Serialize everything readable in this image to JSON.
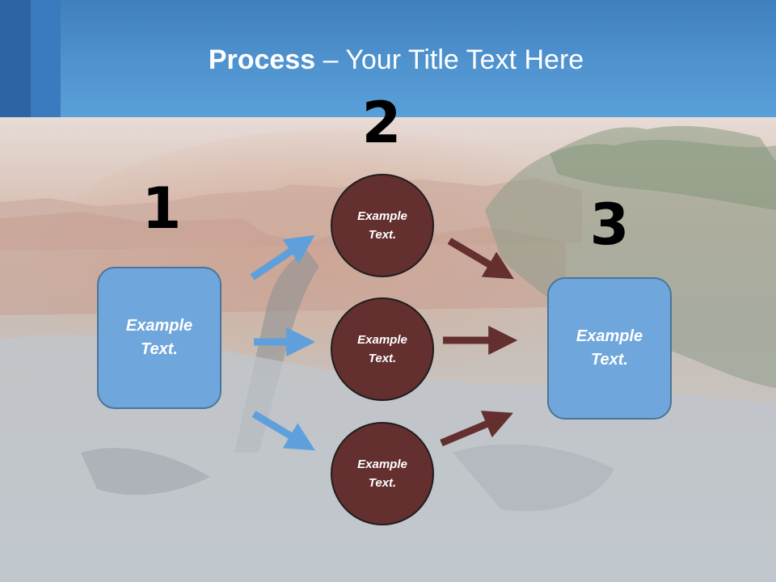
{
  "title": {
    "bold": "Process",
    "rest": " – Your Title Text Here"
  },
  "steps": [
    {
      "number": "1",
      "text": "Example\nText."
    },
    {
      "number": "2"
    },
    {
      "number": "3",
      "text": "Example\nText."
    }
  ],
  "circles": [
    {
      "text": "Example\nText."
    },
    {
      "text": "Example\nText."
    },
    {
      "text": "Example\nText."
    }
  ],
  "colors": {
    "header": "#4f93cf",
    "box": "#6fa6dc",
    "circle": "#632f2f",
    "arrow_blue": "#5fa0dc",
    "arrow_brown": "#632f2f"
  }
}
